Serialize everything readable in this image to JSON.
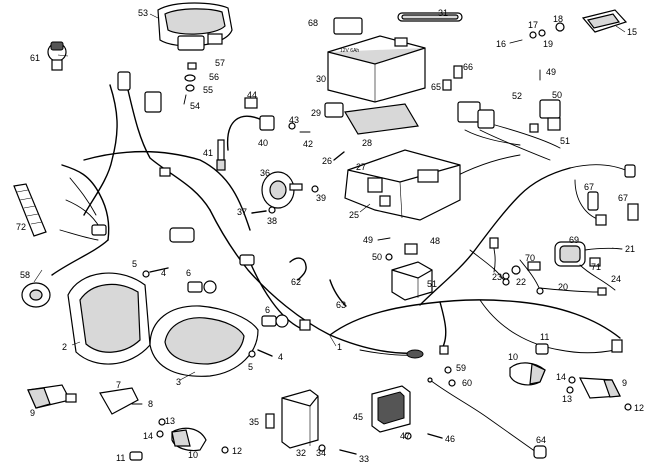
{
  "diagram": {
    "battery_marking": "12V 6Ah",
    "callouts": [
      "1",
      "2",
      "3",
      "4",
      "5",
      "6",
      "7",
      "8",
      "9",
      "10",
      "11",
      "12",
      "13",
      "14",
      "15",
      "16",
      "17",
      "18",
      "19",
      "20",
      "21",
      "22",
      "23",
      "24",
      "25",
      "26",
      "27",
      "28",
      "29",
      "30",
      "31",
      "32",
      "33",
      "34",
      "35",
      "36",
      "37",
      "38",
      "39",
      "40",
      "41",
      "42",
      "43",
      "44",
      "45",
      "46",
      "47",
      "48",
      "49",
      "50",
      "51",
      "52",
      "53",
      "54",
      "55",
      "56",
      "57",
      "58",
      "59",
      "60",
      "61",
      "62",
      "63",
      "64",
      "65",
      "66",
      "67",
      "68",
      "69",
      "70",
      "71",
      "72"
    ]
  }
}
